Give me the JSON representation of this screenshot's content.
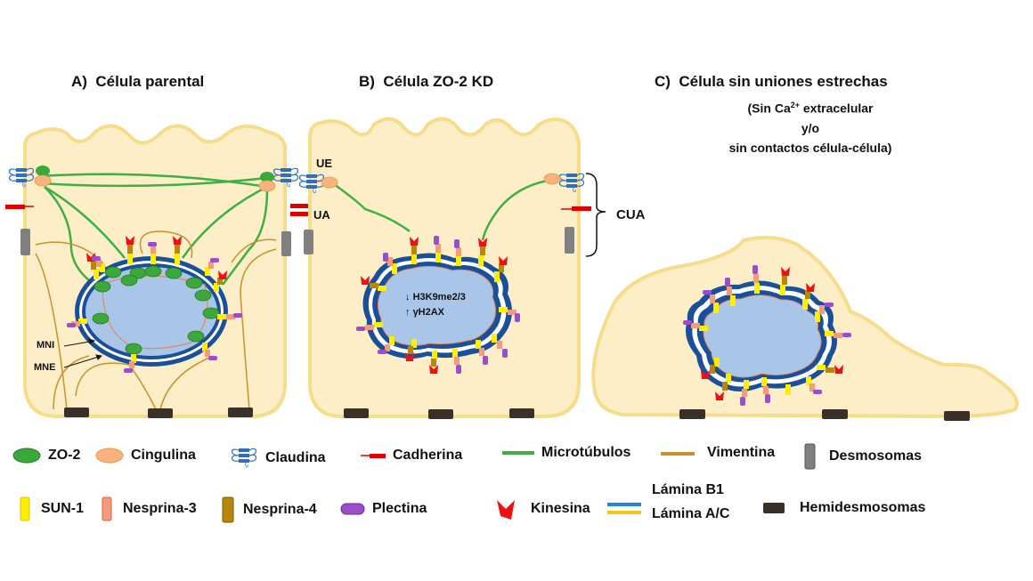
{
  "panels": {
    "a": {
      "letter": "A)",
      "title": "Célula parental",
      "labels": {
        "mni": "MNI",
        "mne": "MNE"
      }
    },
    "b": {
      "letter": "B)",
      "title": "Célula ZO-2 KD",
      "labels": {
        "ue": "UE",
        "ua": "UA",
        "cua": "CUA",
        "h3k9": "H3K9me2/3",
        "gh2ax": "γH2AX",
        "arrow_down": "↓",
        "arrow_up": "↑"
      }
    },
    "c": {
      "letter": "C)",
      "title": "Célula sin uniones estrechas",
      "subtitle_line1_pre": "(Sin Ca",
      "subtitle_sup": "2+",
      "subtitle_line1_post": " extracelular",
      "subtitle_line2": "y/o",
      "subtitle_line3": "sin contactos célula-célula)"
    }
  },
  "legend": {
    "row1": [
      {
        "id": "zo2",
        "label": "ZO-2",
        "icon": "green-ellipse",
        "color": "#3aa83a"
      },
      {
        "id": "cingulina",
        "label": "Cingulina",
        "icon": "peach-ellipse",
        "color": "#f7b27f"
      },
      {
        "id": "claudina",
        "label": "Claudina",
        "icon": "claudin-glyph",
        "color": "#2f6fc0"
      },
      {
        "id": "cadherina",
        "label": "Cadherina",
        "icon": "red-bar",
        "color": "#e00000"
      },
      {
        "id": "microtubulos",
        "label": "Microtúbulos",
        "icon": "green-line",
        "color": "#3cb043"
      },
      {
        "id": "vimentina",
        "label": "Vimentina",
        "icon": "ochre-line",
        "color": "#c8922a"
      },
      {
        "id": "desmosomas",
        "label": "Desmosomas",
        "icon": "grey-rect",
        "color": "#808080"
      }
    ],
    "row2": [
      {
        "id": "sun1",
        "label": "SUN-1",
        "icon": "yellow-rect",
        "color": "#ffee00"
      },
      {
        "id": "nesprina3",
        "label": "Nesprina-3",
        "icon": "salmon-rect",
        "color": "#f59a7a"
      },
      {
        "id": "nesprina4",
        "label": "Nesprina-4",
        "icon": "brown-rect",
        "color": "#b8860b"
      },
      {
        "id": "plectina",
        "label": "Plectina",
        "icon": "purple-pill",
        "color": "#9b4dca"
      },
      {
        "id": "kinesina",
        "label": "Kinesina",
        "icon": "red-kinesin",
        "color": "#ee1111"
      },
      {
        "id": "lamina",
        "label_b1": "Lámina B1",
        "label_ac": "Lámina A/C",
        "icon": "double-line",
        "color_b1": "#1e88d0",
        "color_ac": "#f5c518"
      },
      {
        "id": "hemidesmosomas",
        "label": "Hemidesmosomas",
        "icon": "dark-rect",
        "color": "#3a302a"
      }
    ]
  },
  "colors": {
    "cytoplasm": "#fdeec8",
    "membrane": "#f7dc8a",
    "nucleus": "#a9c6e8",
    "envelope": "#1a4f99",
    "chromatin_line": "#e08a60"
  }
}
